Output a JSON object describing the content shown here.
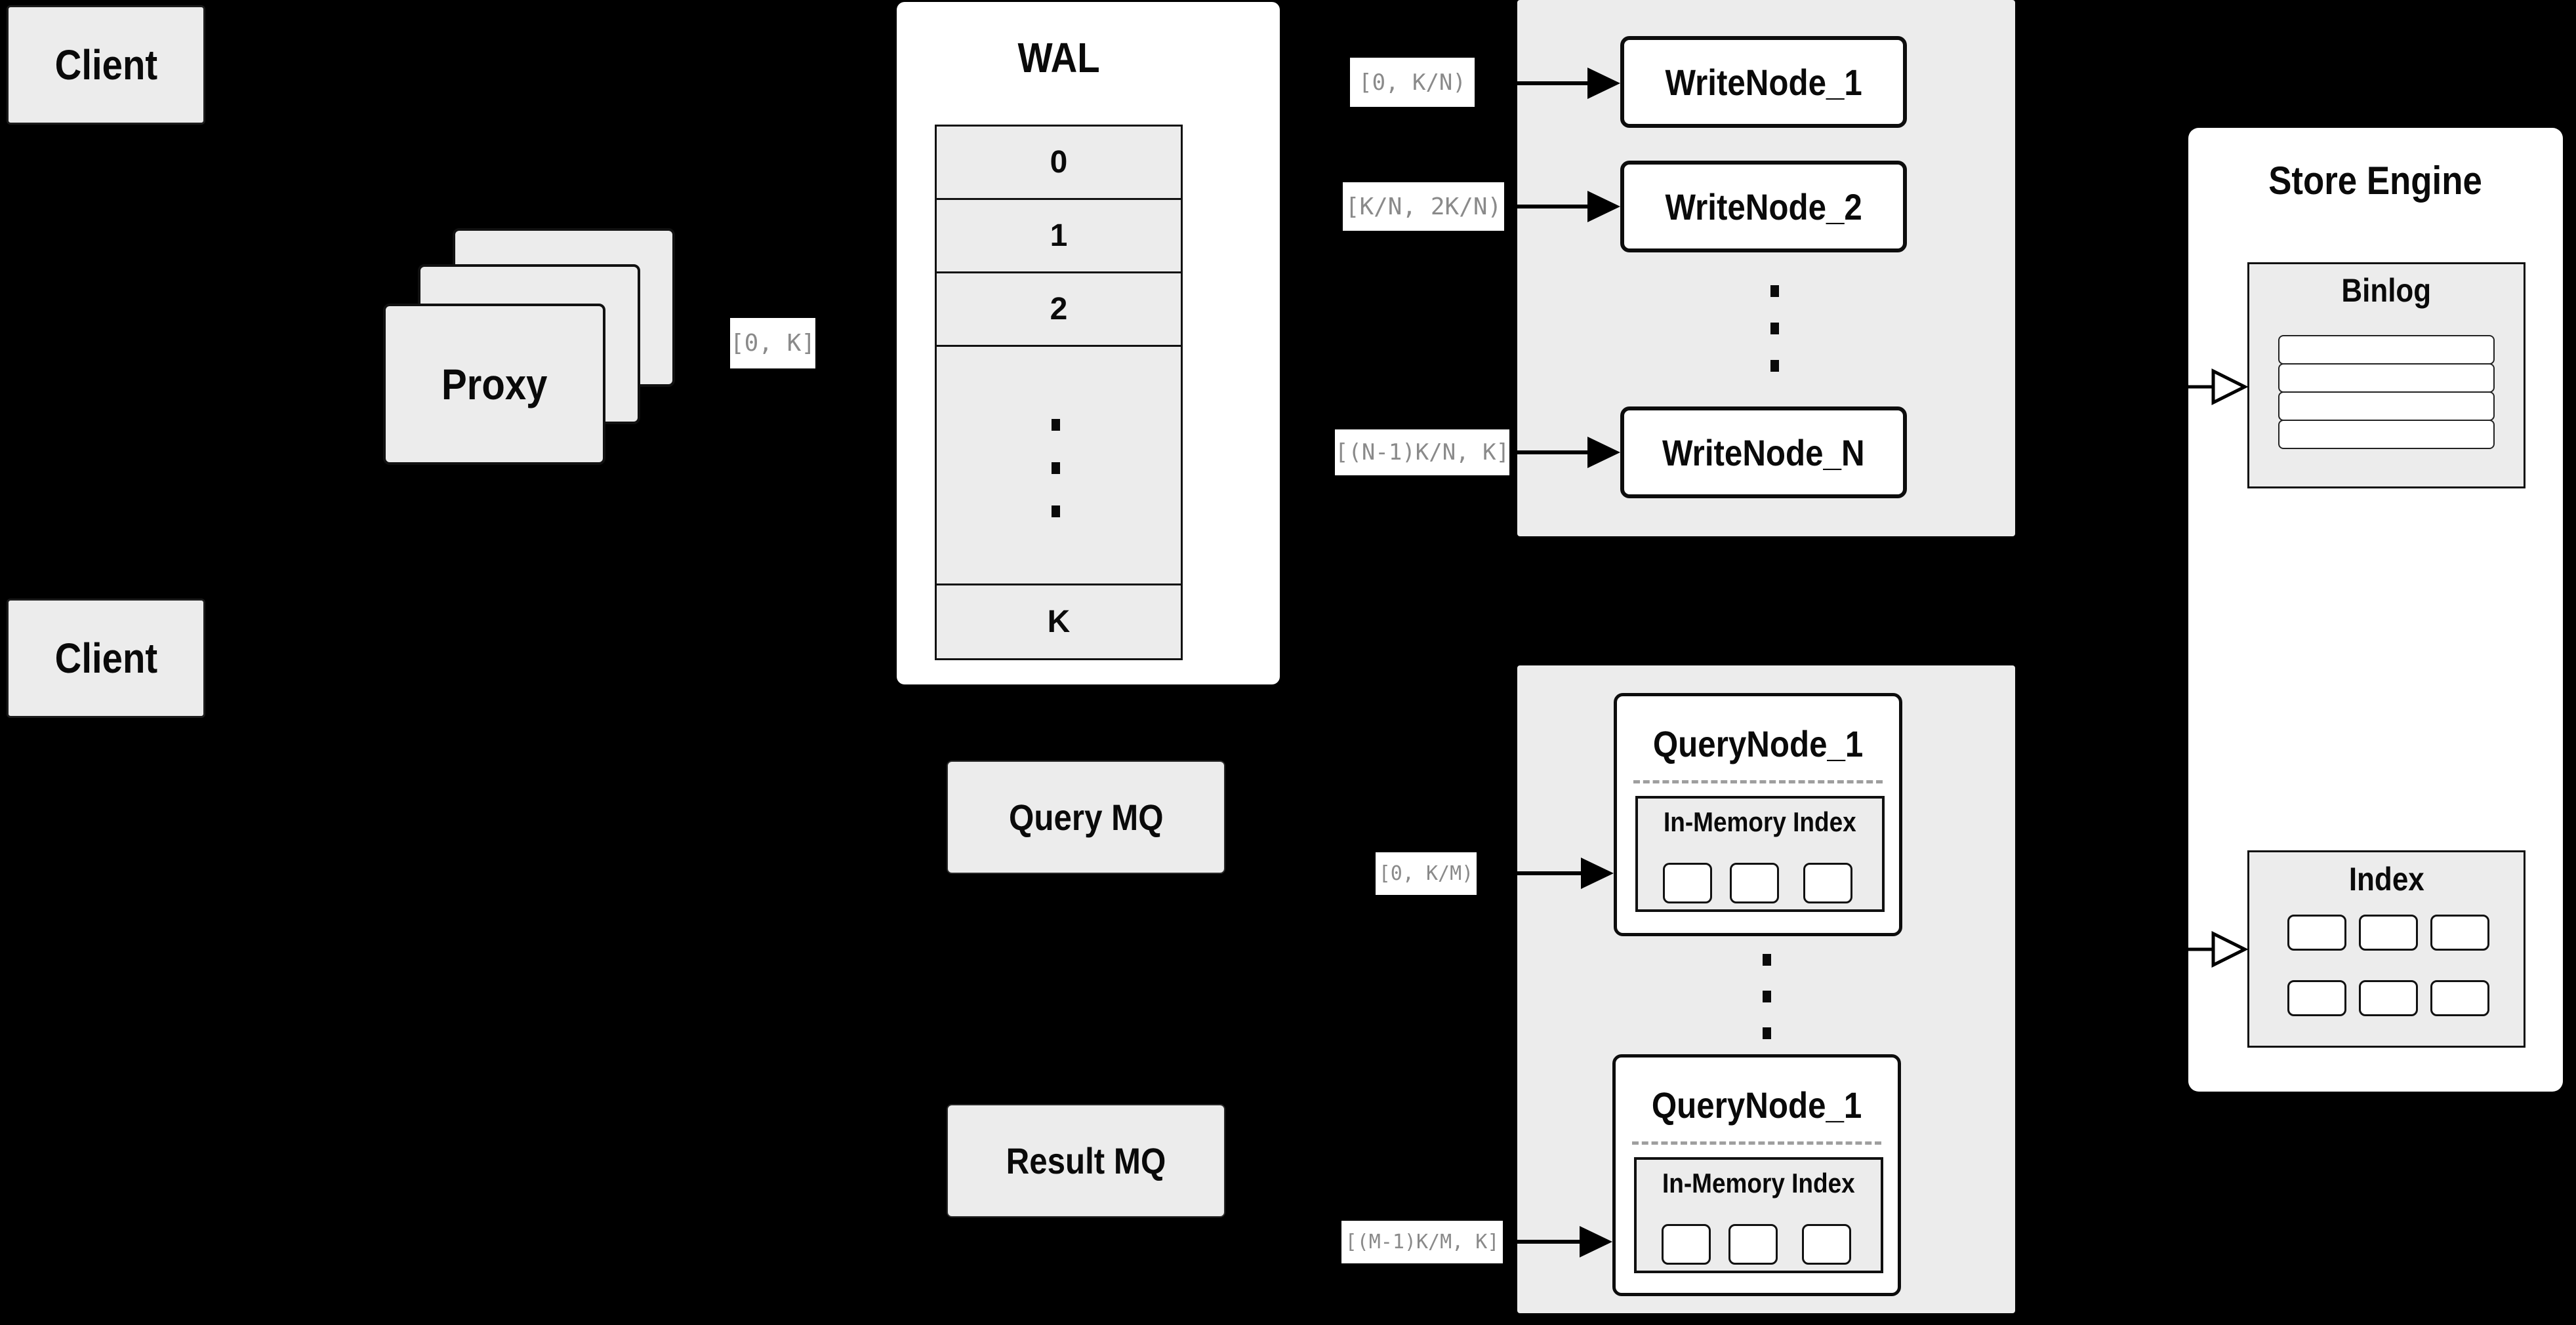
{
  "colors": {
    "background": "#000000",
    "panel_gray": "#ececec",
    "node_white": "#ffffff",
    "border_dark": "#111111",
    "range_text_gray": "#8a8a8a"
  },
  "clients": {
    "top": "Client",
    "bottom": "Client"
  },
  "proxy": {
    "label": "Proxy",
    "range": "[0, K]"
  },
  "wal": {
    "title": "WAL",
    "slots": [
      "0",
      "1",
      "2"
    ],
    "tail": "K"
  },
  "write_group": {
    "nodes": [
      {
        "label": "WriteNode_1",
        "range": "[0,  K/N)"
      },
      {
        "label": "WriteNode_2",
        "range": "[K/N, 2K/N)"
      },
      {
        "label": "WriteNode_N",
        "range": "[(N-1)K/N,  K]"
      }
    ]
  },
  "mq": {
    "query": "Query MQ",
    "result": "Result MQ"
  },
  "query_group": {
    "nodes": [
      {
        "title": "QueryNode_1",
        "subtitle": "In-Memory Index",
        "range": "[0, K/M)"
      },
      {
        "title": "QueryNode_1",
        "subtitle": "In-Memory Index",
        "range": "[(M-1)K/M, K]"
      }
    ]
  },
  "store_engine": {
    "title": "Store Engine",
    "binlog": "Binlog",
    "index": "Index"
  }
}
